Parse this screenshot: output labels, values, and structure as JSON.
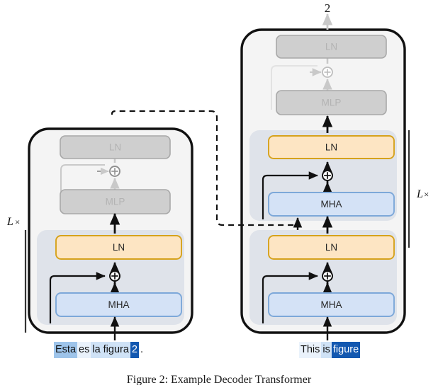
{
  "figure": {
    "output_token": "2",
    "caption": "Figure 2: Example Decoder Transformer",
    "repeat_label_left": "L",
    "repeat_label_right": "L",
    "repeat_times_symbol": "×"
  },
  "colors": {
    "outer_border": "#111111",
    "outer_fill": "#f4f4f4",
    "active_group_fill": "#dfe3ea",
    "ln_fill": "#fde5c3",
    "ln_border": "#d6a21c",
    "mha_fill": "#d4e2f6",
    "mha_border": "#7da8d9",
    "faded_fill": "#cfcfcf",
    "faded_border": "#a8a8a8",
    "faded_text": "#b3b3b3",
    "arrow_active": "#111111",
    "arrow_faded": "#c9c9c9",
    "dashed_connector": "#111111",
    "highlight_deep": "#1358b0",
    "highlight_mid": "#9ec4ea",
    "highlight_light": "#cfe2f6",
    "highlight_faint": "#eaf2fb"
  },
  "left_block": {
    "name": "encoder-source-block",
    "faded_section": {
      "ln_label": "LN",
      "mlp_label": "MLP",
      "add_symbol": "⊕"
    },
    "active_section": {
      "ln_label": "LN",
      "mha_label": "MHA",
      "add_symbol": "⊕"
    },
    "input_tokens": [
      {
        "text": "Esta",
        "highlight": "mid"
      },
      {
        "text": "es",
        "highlight": "faint"
      },
      {
        "text": "la",
        "highlight": "light"
      },
      {
        "text": "figura",
        "highlight": "light"
      },
      {
        "text": "2",
        "highlight": "deep"
      },
      {
        "text": ".",
        "highlight": "none"
      }
    ]
  },
  "right_block": {
    "name": "decoder-target-block",
    "faded_section": {
      "ln_label": "LN",
      "mlp_label": "MLP",
      "add_symbol": "⊕"
    },
    "cross_attention_section": {
      "ln_label": "LN",
      "mha_label": "MHA",
      "add_symbol": "⊕"
    },
    "self_attention_section": {
      "ln_label": "LN",
      "mha_label": "MHA",
      "add_symbol": "⊕"
    },
    "input_tokens": [
      {
        "text": "This",
        "highlight": "faint"
      },
      {
        "text": "is",
        "highlight": "light"
      },
      {
        "text": "figure",
        "highlight": "deep"
      }
    ]
  }
}
